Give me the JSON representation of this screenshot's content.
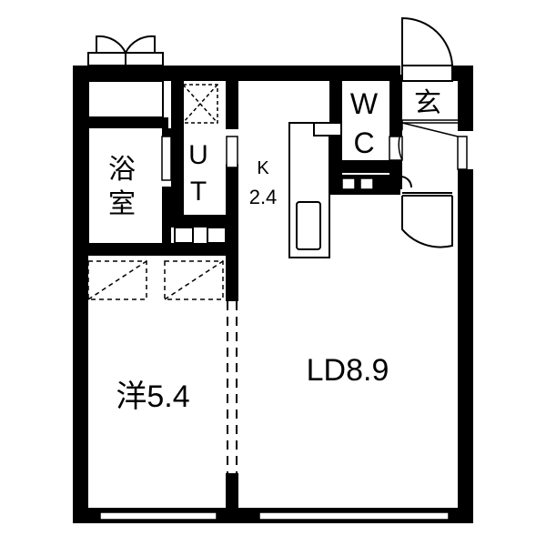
{
  "rooms": {
    "bath": {
      "line1": "浴",
      "line2": "室"
    },
    "utility": {
      "line1": "U",
      "line2": "T"
    },
    "kitchen": {
      "name": "K",
      "size": "2.4"
    },
    "toilet": {
      "line1": "W",
      "line2": "C"
    },
    "entrance": {
      "name": "玄"
    },
    "western_room": {
      "label": "洋5.4"
    },
    "living_dining": {
      "label": "LD8.9"
    }
  }
}
